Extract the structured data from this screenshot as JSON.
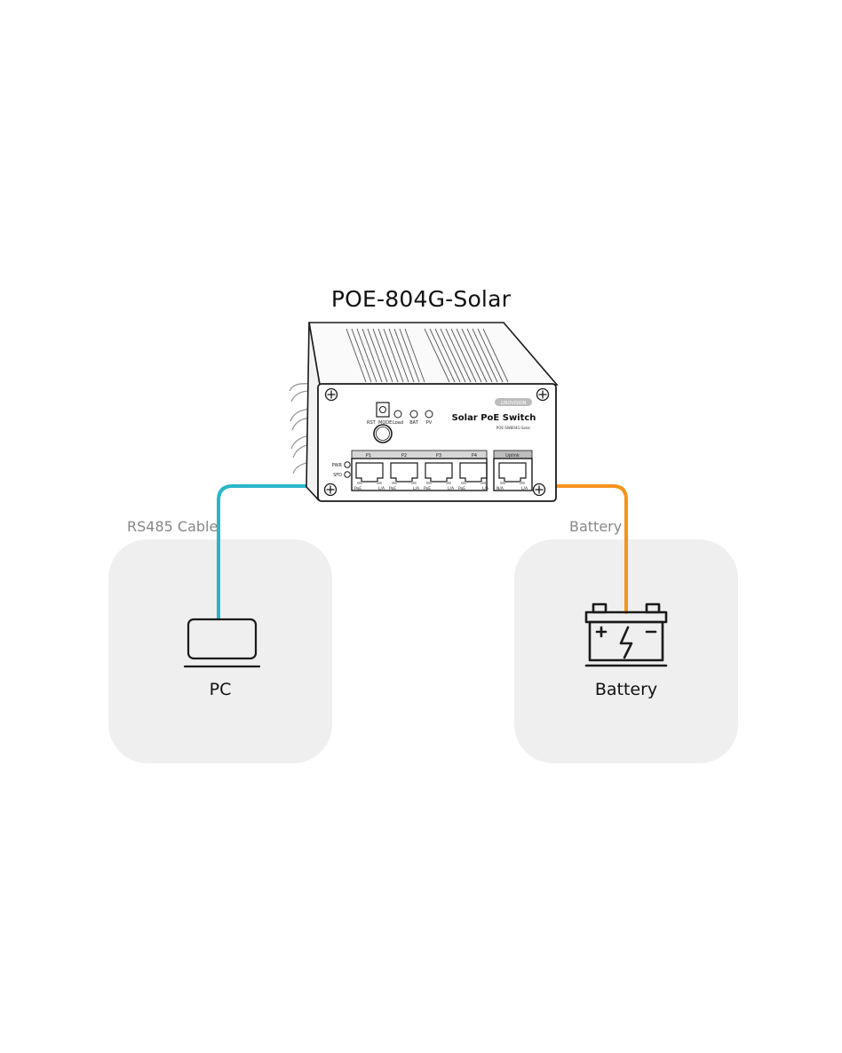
{
  "title": "POE-804G-Solar",
  "device": {
    "brand": "LINOVISION",
    "name": "Solar PoE Switch",
    "model": "POE-SW804G-Solar",
    "buttons": {
      "reset": "RST",
      "mode": "MODE"
    },
    "leds": [
      "Load",
      "BAT",
      "PV"
    ],
    "side_leds": [
      "PWR",
      "SFD"
    ],
    "ports": [
      "P1",
      "P2",
      "P3",
      "P4"
    ],
    "uplink": "Uplink",
    "port_labels": {
      "p1": [
        "PoE",
        "L/A"
      ],
      "p2": [
        "PoE",
        "L/A"
      ],
      "p3": [
        "PoE",
        "L/A"
      ],
      "p4": [
        "PoE",
        "L/A"
      ],
      "uplink": [
        "N/A",
        "L/A"
      ]
    }
  },
  "connections": {
    "left": {
      "label": "RS485 Cable",
      "color": "#29b6c9"
    },
    "right": {
      "label": "Battery",
      "color": "#f7931e"
    }
  },
  "nodes": {
    "pc": {
      "label": "PC",
      "icon": "laptop-icon"
    },
    "battery": {
      "label": "Battery",
      "icon": "battery-icon"
    }
  }
}
